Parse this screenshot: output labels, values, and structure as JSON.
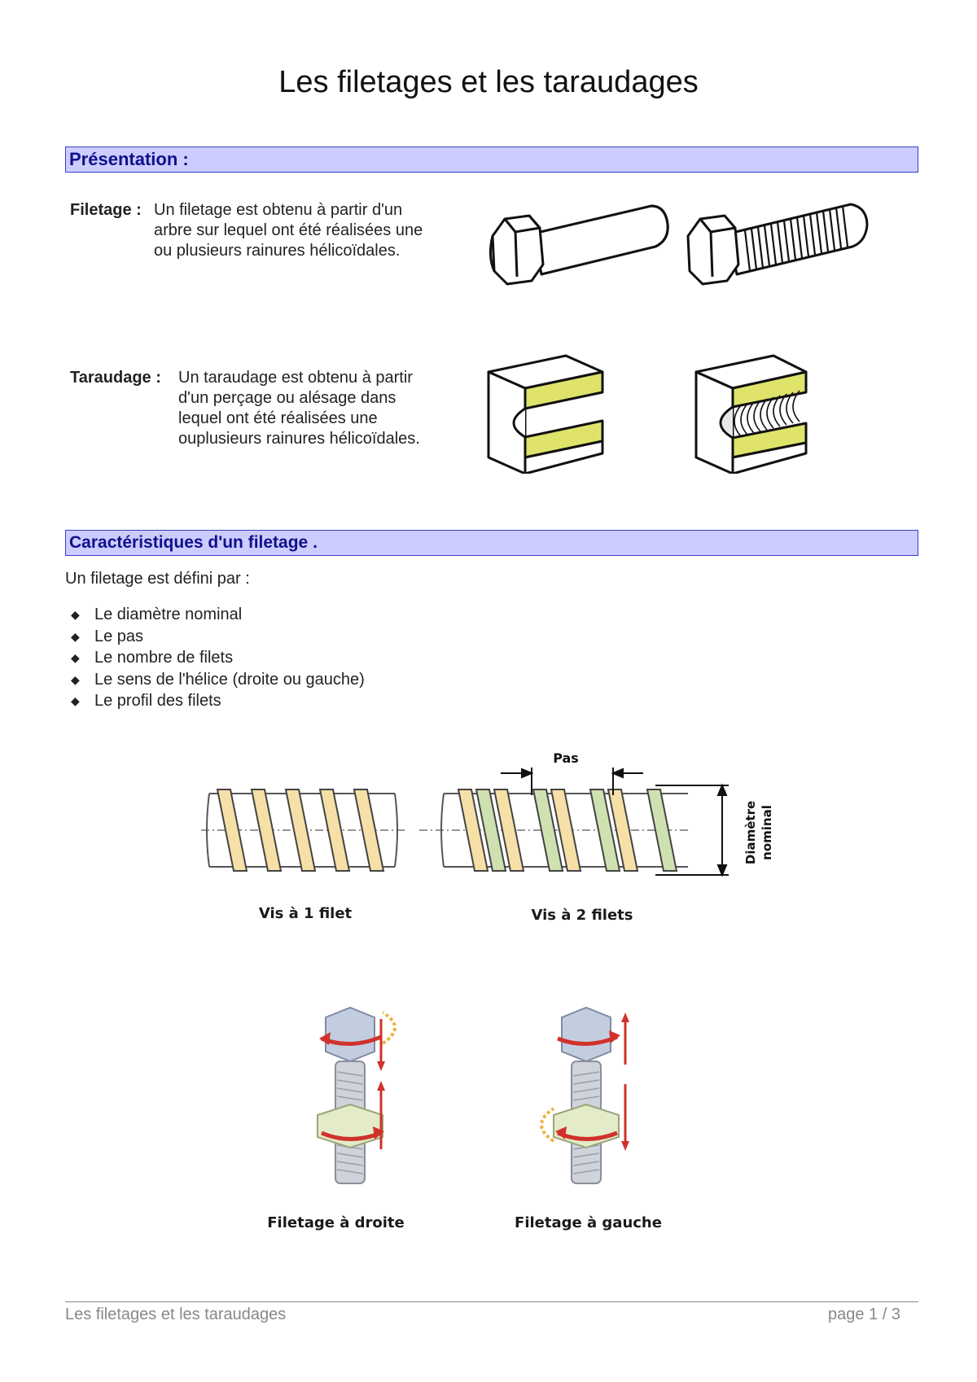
{
  "document": {
    "title": "Les filetages et les taraudages"
  },
  "sections": {
    "presentation": {
      "header": "Présentation :",
      "filetage": {
        "term": "Filetage :",
        "definition": "Un filetage est obtenu à partir d'un arbre sur lequel ont été réalisées une ou plusieurs rainures hélicoïdales."
      },
      "taraudage": {
        "term": "Taraudage :",
        "definition": "Un taraudage est obtenu à partir d'un perçage ou alésage dans lequel ont été réalisées une ouplusieurs rainures hélicoïdales."
      }
    },
    "caracteristiques": {
      "header": "Caractéristiques d'un filetage .",
      "intro": "Un filetage est défini par :",
      "bullet_icon": "diamond-bullet-icon",
      "items": [
        "Le diamètre nominal",
        "Le pas",
        "Le nombre de filets",
        "Le sens de l'hélice (droite ou gauche)",
        "Le profil des filets"
      ]
    }
  },
  "figures": {
    "screw_threads": {
      "pas_label": "Pas",
      "diameter_label_1": "Diamètre",
      "diameter_label_2": "nominal",
      "caption_1": "Vis à 1 filet",
      "caption_2": "Vis à 2 filets"
    },
    "helix": {
      "caption_right": "Filetage à droite",
      "caption_left": "Filetage à gauche"
    }
  },
  "footer": {
    "left": "Les filetages et les taraudages",
    "right": "page 1 / 3"
  },
  "colors": {
    "header_bg": "#ccccff",
    "header_border": "#3c3cc8",
    "header_text": "#10108c",
    "thread_yellow": "#f7dfa8",
    "thread_green": "#cfe1b1",
    "section_yellow": "#dfe36a",
    "arrow_red": "#d0322b",
    "bolt_blue": "#c3cde0"
  }
}
